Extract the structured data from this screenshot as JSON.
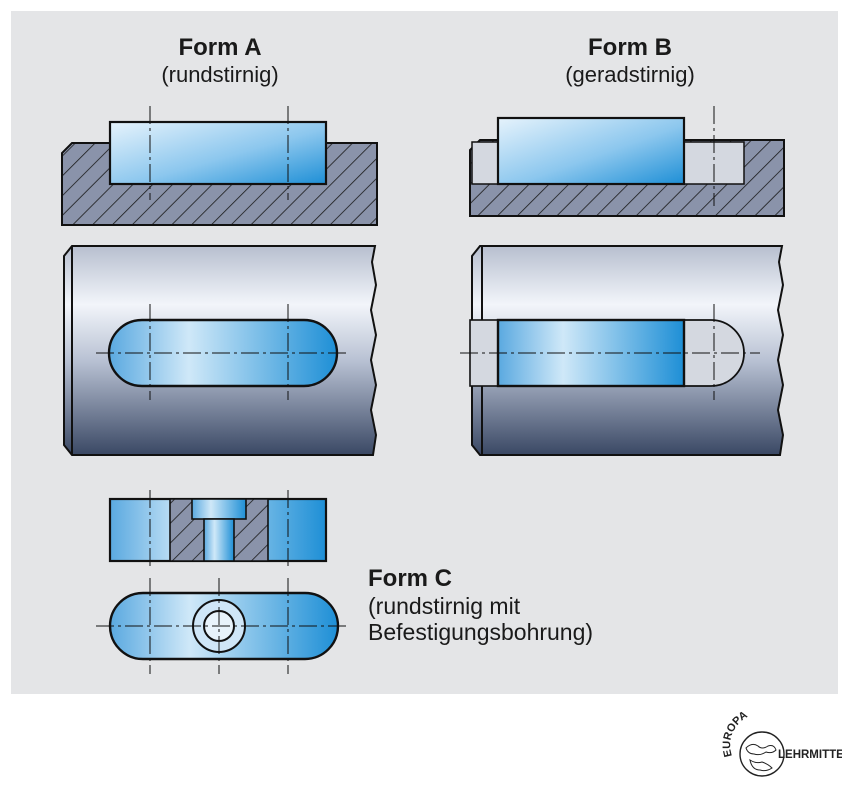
{
  "form_a": {
    "title": "Form A",
    "subtitle": "(rundstirnig)"
  },
  "form_b": {
    "title": "Form B",
    "subtitle": "(geradstirnig)"
  },
  "form_c": {
    "title": "Form C",
    "subtitle_line1": "(rundstirnig mit",
    "subtitle_line2": "Befestigungsbohrung)"
  },
  "logo": {
    "text_top": "EUROPA",
    "text_right": "LEHRMITTEL"
  },
  "colors": {
    "panel_bg": "#e4e5e7",
    "key_blue_light": "#d8ecfa",
    "key_blue_dark": "#1e8fd6",
    "shaft_light": "#e8edf4",
    "shaft_dark": "#3c4a66",
    "hatch_fill": "#8a93aa",
    "line": "#111111"
  }
}
